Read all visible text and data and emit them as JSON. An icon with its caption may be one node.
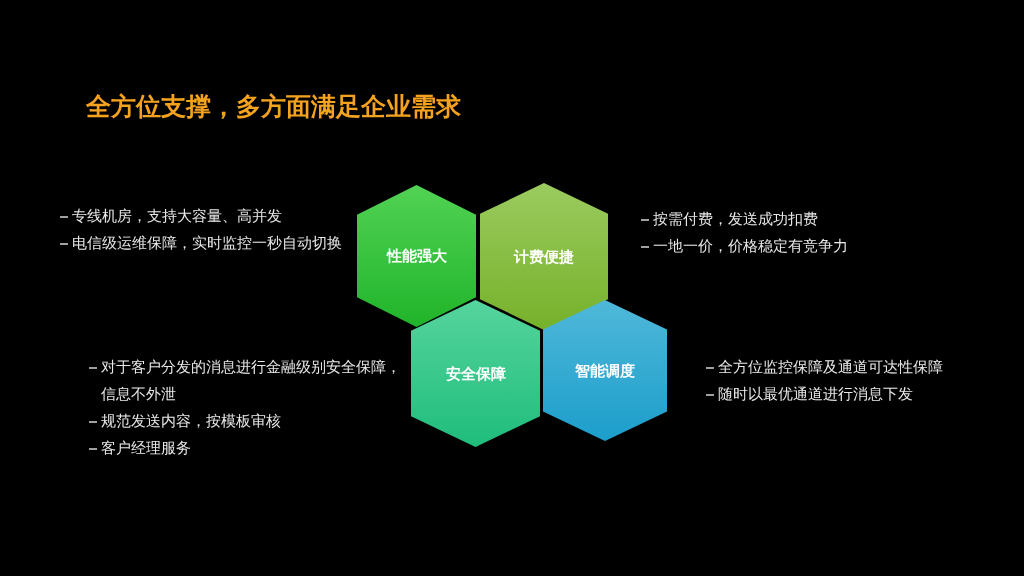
{
  "diagram": {
    "title": "全方位支撑，多方面满足企业需求",
    "nodes": [
      {
        "text": [
          "性能强大"
        ],
        "beside": [
          "专线机房，支持大容量、高并发",
          "电信级运维保障，实时监控一秒自动切换"
        ]
      },
      {
        "text": [
          "计费便捷"
        ],
        "beside": [
          "按需付费，发送成功扣费",
          "一地一价，价格稳定有竞争力"
        ]
      },
      {
        "text": [
          "安全保障"
        ],
        "beside": [
          "对于客户分发的消息进行金融级别安全保障，信息不外泄",
          "规范发送内容，按模板审核",
          "客户经理服务"
        ]
      },
      {
        "text": [
          "智能调度"
        ],
        "beside": [
          "全方位监控保障及通道可达性保障",
          "随时以最优通道进行消息下发"
        ]
      }
    ]
  }
}
